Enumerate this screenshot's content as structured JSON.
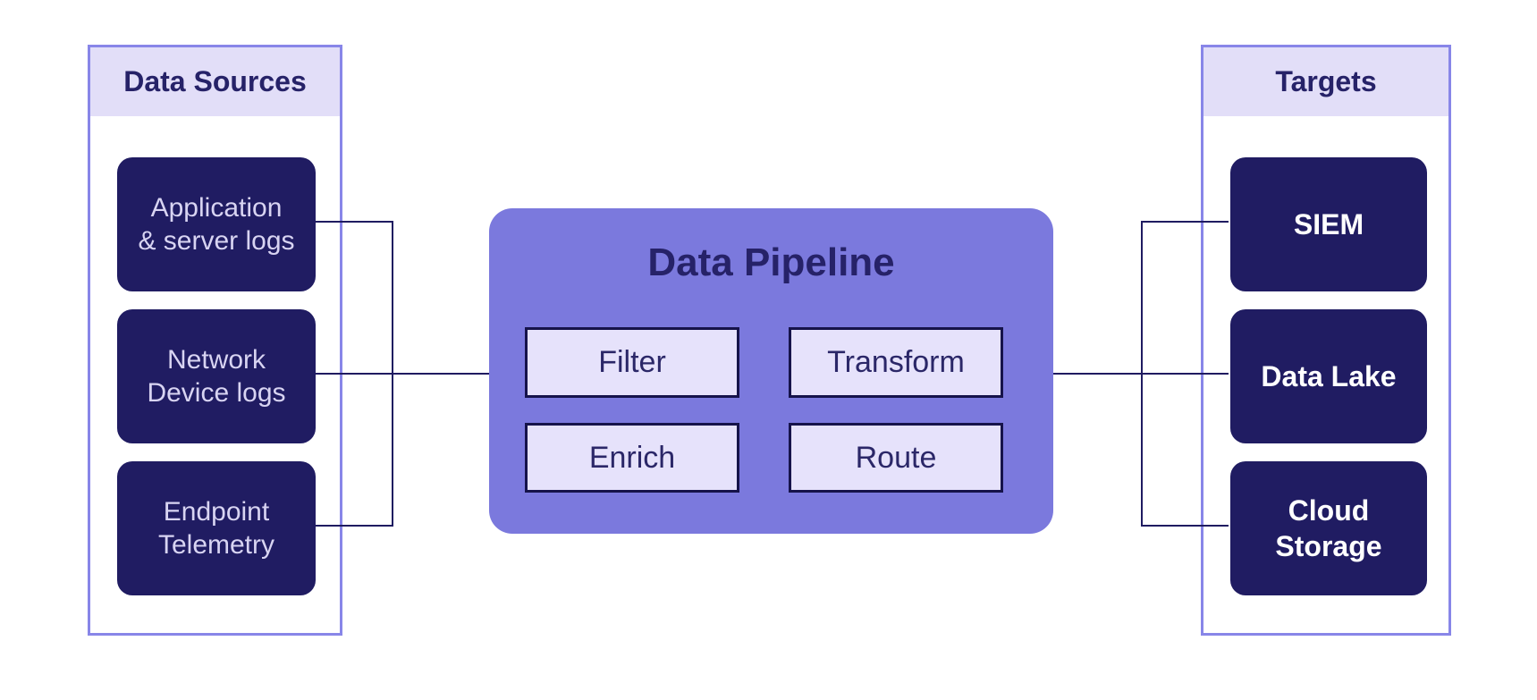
{
  "colors": {
    "background": "#ffffff",
    "navy_box": "#201c62",
    "panel_border": "#8886e8",
    "panel_header_bg": "#e2def8",
    "heading_text": "#262268",
    "pipeline_bg": "#7b79dd",
    "stage_bg": "#e6e2fb",
    "stage_border": "#16134a",
    "stage_text": "#2b2768",
    "source_text": "#d8d4f2",
    "target_text": "#ffffff",
    "connector": "#1f1b61"
  },
  "sources_panel": {
    "title": "Data Sources",
    "items": [
      {
        "label": "Application\n& server logs"
      },
      {
        "label": "Network\nDevice logs"
      },
      {
        "label": "Endpoint\nTelemetry"
      }
    ]
  },
  "pipeline": {
    "title": "Data Pipeline",
    "stages": [
      {
        "label": "Filter"
      },
      {
        "label": "Transform"
      },
      {
        "label": "Enrich"
      },
      {
        "label": "Route"
      }
    ]
  },
  "targets_panel": {
    "title": "Targets",
    "items": [
      {
        "label": "SIEM"
      },
      {
        "label": "Data Lake"
      },
      {
        "label": "Cloud\nStorage"
      }
    ]
  }
}
